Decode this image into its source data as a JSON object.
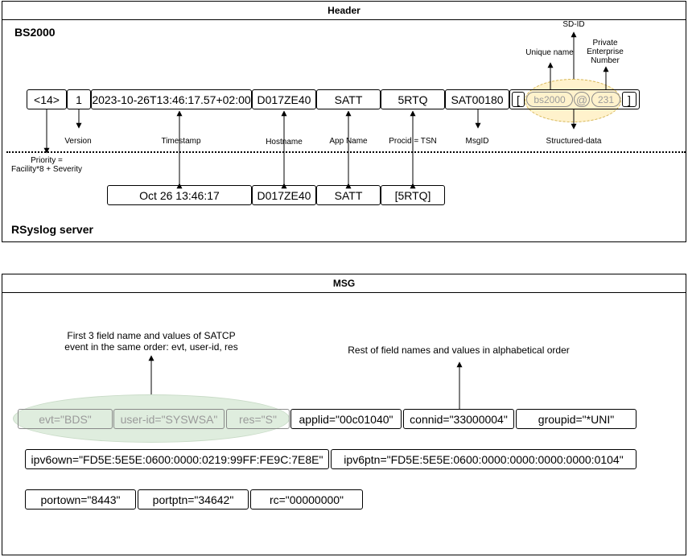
{
  "header": {
    "title": "Header",
    "bs2000_label": "BS2000",
    "rsyslog_label": "RSyslog server",
    "fields": {
      "priority": "<14>",
      "version": "1",
      "timestamp": "2023-10-26T13:46:17.57+02:00",
      "hostname": "D017ZE40",
      "app_name": "SATT",
      "procid": "5RTQ",
      "msgid": "SAT00180",
      "sd_open": "[",
      "sd_name": "bs2000",
      "sd_at": "@",
      "sd_number": "231",
      "sd_close": "]"
    },
    "labels": {
      "priority": "Priority =\nFacility*8 + Severity",
      "version": "Version",
      "timestamp": "Timestamp",
      "hostname": "Hostname",
      "app_name": "App Name",
      "procid": "Procid = TSN",
      "msgid": "MsgID",
      "structured_data": "Structured-data",
      "sd_id": "SD-ID",
      "unique_name": "Unique name",
      "pen": "Private\nEnterprise\nNumber"
    },
    "server_fields": {
      "timestamp": "Oct 26 13:46:17",
      "hostname": "D017ZE40",
      "app_name": "SATT",
      "procid": "[5RTQ]"
    },
    "highlight_color": "#fff2cc"
  },
  "msg": {
    "title": "MSG",
    "note_first": "First 3 field name and values of SATCP\nevent in the same order: evt, user-id, res",
    "note_rest": "Rest of field names and values in alphabetical order",
    "fields_first": [
      "evt=\"BDS\"",
      "user-id=\"SYSWSA\"",
      "res=\"S\""
    ],
    "fields_rest_row1": [
      "applid=\"00c01040\"",
      "connid=\"33000004\"",
      "groupid=\"*UNI\""
    ],
    "fields_row2": [
      "ipv6own=\"FD5E:5E5E:0600:0000:0219:99FF:FE9C:7E8E\"",
      "ipv6ptn=\"FD5E:5E5E:0600:0000:0000:0000:0000:0104\""
    ],
    "fields_row3": [
      "portown=\"8443\"",
      "portptn=\"34642\"",
      "rc=\"00000000\""
    ],
    "highlight_color": "#d5e8d4"
  }
}
